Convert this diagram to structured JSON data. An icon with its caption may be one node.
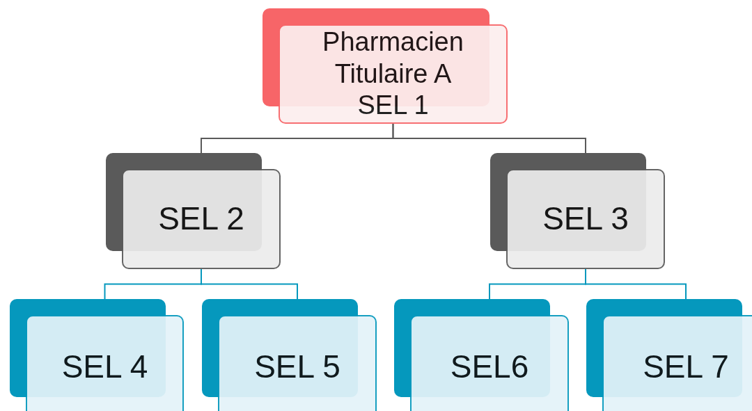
{
  "diagram": {
    "nodes": [
      {
        "text": [
          "Pharmacien Titulaire A SEL 1"
        ]
      },
      {
        "text": [
          "SEL 2"
        ]
      },
      {
        "text": [
          "SEL 3"
        ]
      },
      {
        "text": [
          "SEL 4"
        ]
      },
      {
        "text": [
          "SEL 5"
        ]
      },
      {
        "text": [
          "SEL6"
        ]
      },
      {
        "text": [
          "SEL 7"
        ]
      }
    ],
    "edges": [
      {
        "from": 0,
        "to": 1,
        "arrow": "none",
        "color": "#5a5a5a"
      },
      {
        "from": 0,
        "to": 2,
        "arrow": "none",
        "color": "#5a5a5a"
      },
      {
        "from": 1,
        "to": 3,
        "arrow": "none",
        "color": "#0598bd"
      },
      {
        "from": 1,
        "to": 4,
        "arrow": "none",
        "color": "#0598bd"
      },
      {
        "from": 2,
        "to": 5,
        "arrow": "none",
        "color": "#0598bd"
      },
      {
        "from": 2,
        "to": 6,
        "arrow": "none",
        "color": "#0598bd"
      }
    ]
  }
}
